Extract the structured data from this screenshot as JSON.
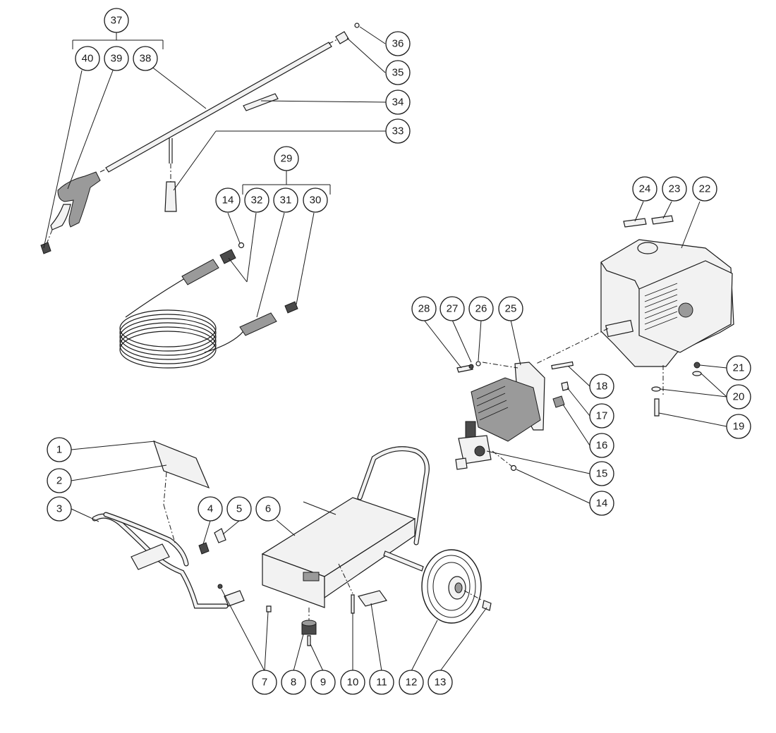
{
  "diagram": {
    "callouts": [
      {
        "id": "1",
        "label": "1"
      },
      {
        "id": "2",
        "label": "2"
      },
      {
        "id": "3",
        "label": "3"
      },
      {
        "id": "4",
        "label": "4"
      },
      {
        "id": "5",
        "label": "5"
      },
      {
        "id": "6",
        "label": "6"
      },
      {
        "id": "7",
        "label": "7"
      },
      {
        "id": "8",
        "label": "8"
      },
      {
        "id": "9",
        "label": "9"
      },
      {
        "id": "10",
        "label": "10"
      },
      {
        "id": "11",
        "label": "11"
      },
      {
        "id": "12",
        "label": "12"
      },
      {
        "id": "13",
        "label": "13"
      },
      {
        "id": "14a",
        "label": "14"
      },
      {
        "id": "14b",
        "label": "14"
      },
      {
        "id": "15",
        "label": "15"
      },
      {
        "id": "16",
        "label": "16"
      },
      {
        "id": "17",
        "label": "17"
      },
      {
        "id": "18",
        "label": "18"
      },
      {
        "id": "19",
        "label": "19"
      },
      {
        "id": "20",
        "label": "20"
      },
      {
        "id": "21",
        "label": "21"
      },
      {
        "id": "22",
        "label": "22"
      },
      {
        "id": "23",
        "label": "23"
      },
      {
        "id": "24",
        "label": "24"
      },
      {
        "id": "25",
        "label": "25"
      },
      {
        "id": "26",
        "label": "26"
      },
      {
        "id": "27",
        "label": "27"
      },
      {
        "id": "28",
        "label": "28"
      },
      {
        "id": "29",
        "label": "29"
      },
      {
        "id": "30",
        "label": "30"
      },
      {
        "id": "31",
        "label": "31"
      },
      {
        "id": "32",
        "label": "32"
      },
      {
        "id": "33",
        "label": "33"
      },
      {
        "id": "34",
        "label": "34"
      },
      {
        "id": "35",
        "label": "35"
      },
      {
        "id": "36",
        "label": "36"
      },
      {
        "id": "37",
        "label": "37"
      },
      {
        "id": "38",
        "label": "38"
      },
      {
        "id": "39",
        "label": "39"
      },
      {
        "id": "40",
        "label": "40"
      }
    ]
  }
}
